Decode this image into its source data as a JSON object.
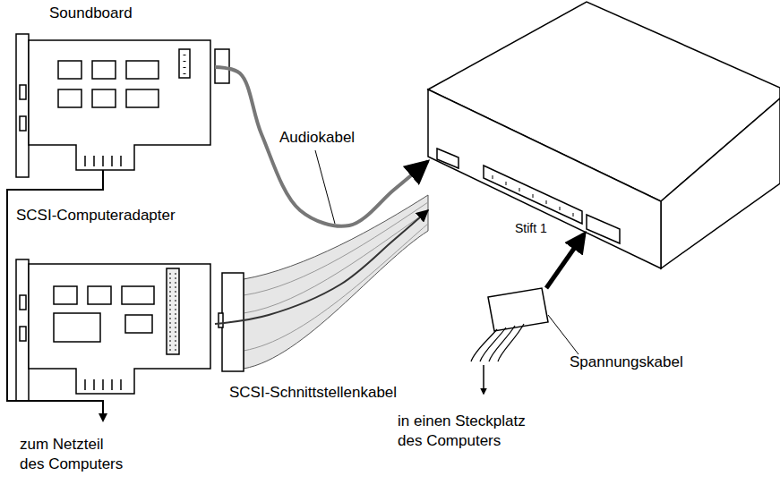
{
  "diagram": {
    "nodes": [
      {
        "text": [
          "Soundboard"
        ]
      },
      {
        "text": [
          "SCSI-Computeradapter"
        ]
      },
      {
        "text": [
          "Stift 1"
        ]
      }
    ],
    "edges": [
      {
        "from": 0,
        "to": 2,
        "arrow": "to",
        "label": "Audiokabel"
      },
      {
        "from": 1,
        "to": 2,
        "arrow": "to",
        "label": "SCSI-Schnittstellenkabel"
      }
    ],
    "labels": [
      "Spannungskabel",
      "in einen Steckplatz des Computers",
      "zum Netzteil des Computers"
    ]
  }
}
